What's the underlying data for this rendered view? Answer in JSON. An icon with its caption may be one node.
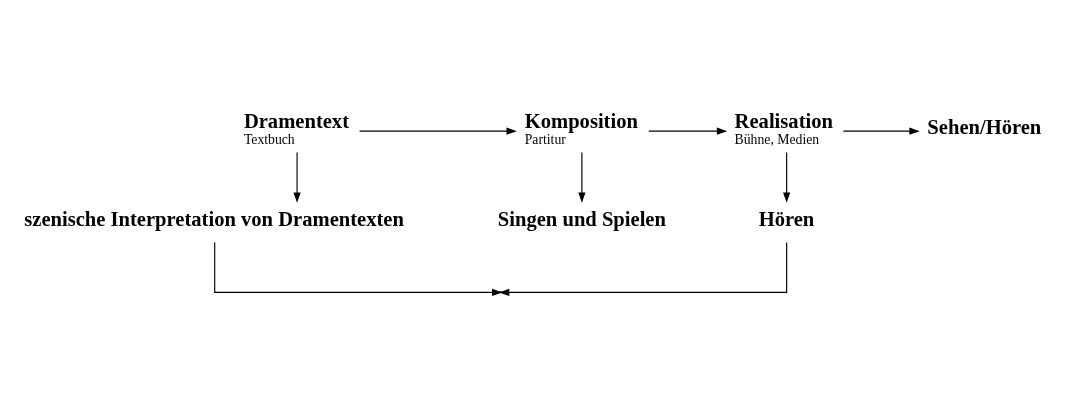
{
  "diagram": {
    "nodes": [
      {
        "text": [
          "Dramentext",
          "Textbuch"
        ]
      },
      {
        "text": [
          "Komposition",
          "Partitur"
        ]
      },
      {
        "text": [
          "Realisation",
          "Bühne, Medien"
        ]
      },
      {
        "text": [
          "Sehen/Hören"
        ]
      },
      {
        "text": [
          "szenische Interpretation von Dramentexten"
        ]
      },
      {
        "text": [
          "Singen und Spielen"
        ]
      },
      {
        "text": [
          "Hören"
        ]
      }
    ],
    "edges": [
      {
        "from": 0,
        "to": 1,
        "arrow": "to"
      },
      {
        "from": 1,
        "to": 2,
        "arrow": "to"
      },
      {
        "from": 2,
        "to": 3,
        "arrow": "to"
      },
      {
        "from": 0,
        "to": 4,
        "arrow": "to"
      },
      {
        "from": 1,
        "to": 5,
        "arrow": "to"
      },
      {
        "from": 2,
        "to": 6,
        "arrow": "to"
      },
      {
        "from": 4,
        "to": null,
        "arrow": "to"
      },
      {
        "from": 6,
        "to": null,
        "arrow": "to"
      }
    ]
  }
}
